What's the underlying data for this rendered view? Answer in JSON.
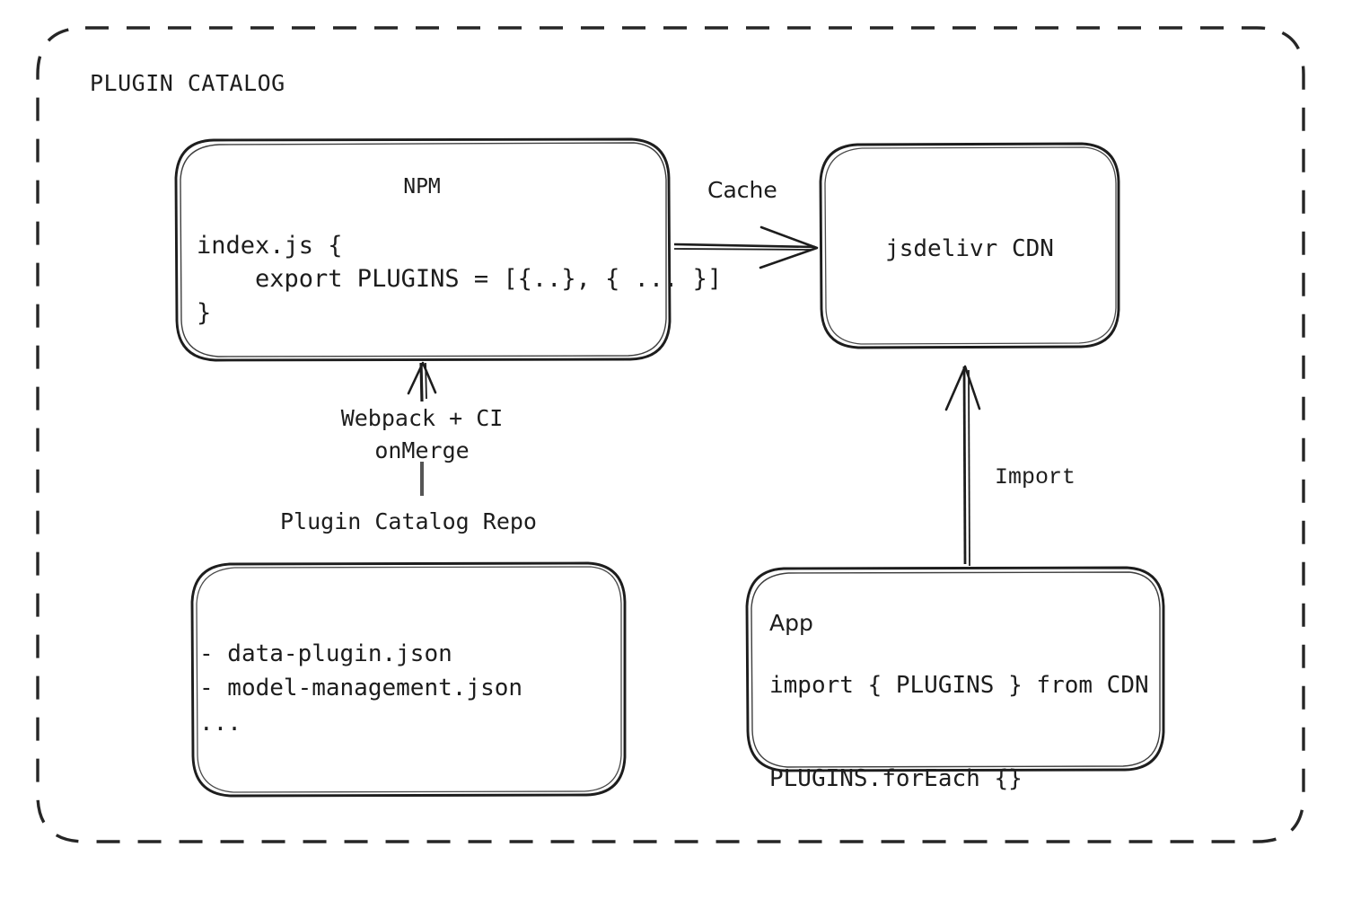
{
  "diagram": {
    "title": "PLUGIN CATALOG",
    "background": "#ffffff",
    "stroke_color": "#1d1d1d",
    "nodes": {
      "npm": {
        "title": "NPM",
        "code": "index.js {\n    export PLUGINS = [{..}, { ... }]\n}"
      },
      "cdn": {
        "title": "jsdelivr CDN"
      },
      "repo": {
        "label": "Plugin Catalog Repo",
        "files": "- data-plugin.json\n- model-management.json\n..."
      },
      "app": {
        "title": "App",
        "code": "import { PLUGINS } from CDN\n\nPLUGINS.forEach {}"
      }
    },
    "edges": {
      "cache": "Cache",
      "build": "Webpack + CI\nonMerge",
      "import": "Import"
    }
  }
}
